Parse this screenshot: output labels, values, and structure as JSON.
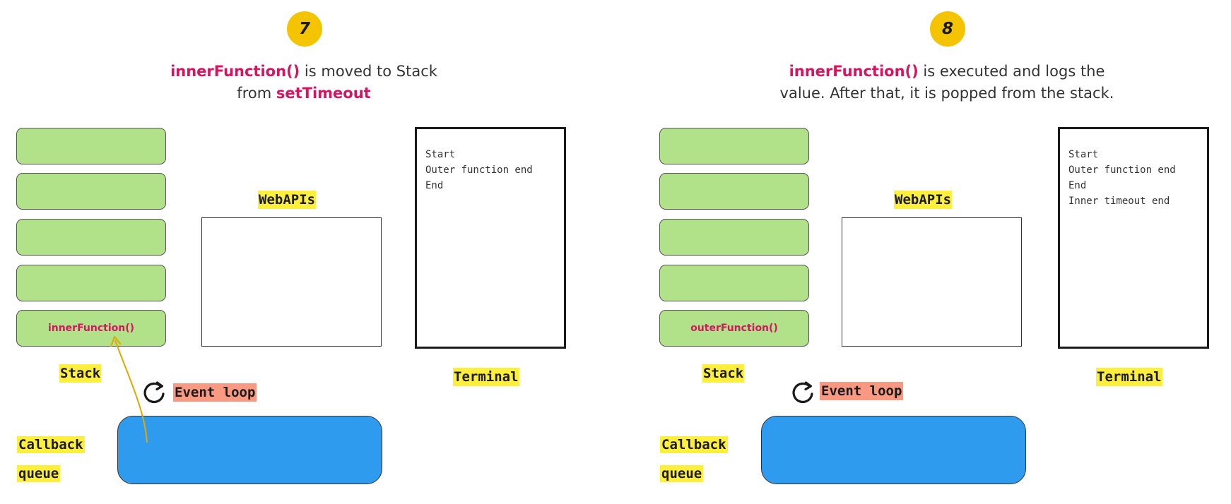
{
  "panels": [
    {
      "step": "7",
      "caption": {
        "hl1": "innerFunction()",
        "text1": " is moved to Stack",
        "text2": "from ",
        "hl2": "setTimeout",
        "text3": ""
      },
      "stack_items": [
        "",
        "",
        "",
        "",
        "innerFunction()"
      ],
      "webapis_label": "WebAPIs",
      "terminal_label": "Terminal",
      "terminal_lines": [
        "Start",
        "Outer function end",
        "End"
      ],
      "stack_label": "Stack",
      "event_loop_label": "Event loop",
      "callback_queue_label": [
        "Callback",
        "queue"
      ]
    },
    {
      "step": "8",
      "caption": {
        "hl1": "innerFunction()",
        "text1": " is executed and logs the",
        "text2": "value. After that, it is popped from the stack.",
        "hl2": "",
        "text3": ""
      },
      "stack_items": [
        "",
        "",
        "",
        "",
        "outerFunction()"
      ],
      "webapis_label": "WebAPIs",
      "terminal_label": "Terminal",
      "terminal_lines": [
        "Start",
        "Outer function end",
        "End",
        "Inner timeout end"
      ],
      "stack_label": "Stack",
      "event_loop_label": "Event loop",
      "callback_queue_label": [
        "Callback",
        "queue"
      ]
    }
  ],
  "colors": {
    "badge": "#f5c400",
    "highlight_text": "#d6145f",
    "stack_slot": "#b1e28a",
    "callback_queue": "#2e9bef",
    "label_highlight": "#ffef3d",
    "event_loop_highlight": "#f99982",
    "arrow": "#e0a800"
  },
  "icons": [
    "refresh-icon"
  ]
}
